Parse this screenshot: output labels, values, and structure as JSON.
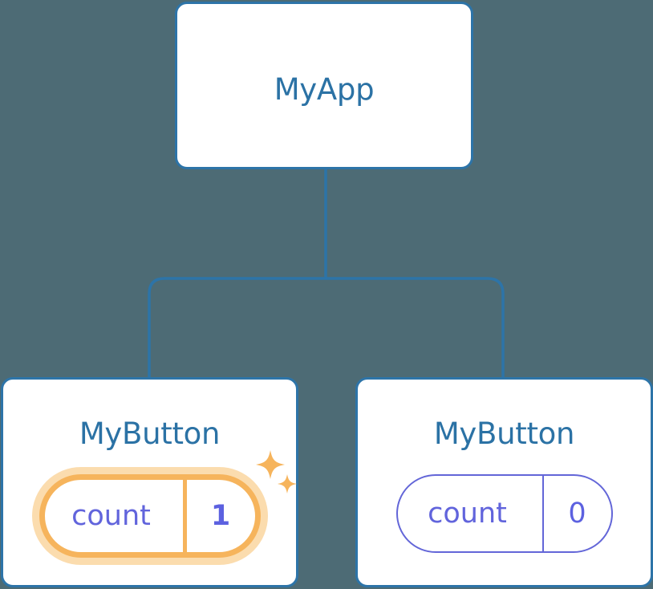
{
  "theme": {
    "background": "#4d6b75",
    "card_background": "#ffffff",
    "card_border": "#2d74a8",
    "title_color": "#2b72a5",
    "connector_color": "#2d74a8",
    "state_text_color": "#6164dc",
    "state_border_color": "#6366d8",
    "highlight_color": "#f6b45c",
    "highlight_glow_color": "#fbdcae",
    "sparkle_color": "#f6b45c"
  },
  "tree": {
    "root": {
      "title": "MyApp"
    },
    "children": [
      {
        "title": "MyButton",
        "state": {
          "key": "count",
          "value": "1"
        },
        "highlighted": true,
        "sparkle_icons": [
          "sparkle-icon-large",
          "sparkle-icon-small"
        ]
      },
      {
        "title": "MyButton",
        "state": {
          "key": "count",
          "value": "0"
        },
        "highlighted": false,
        "sparkle_icons": []
      }
    ]
  }
}
